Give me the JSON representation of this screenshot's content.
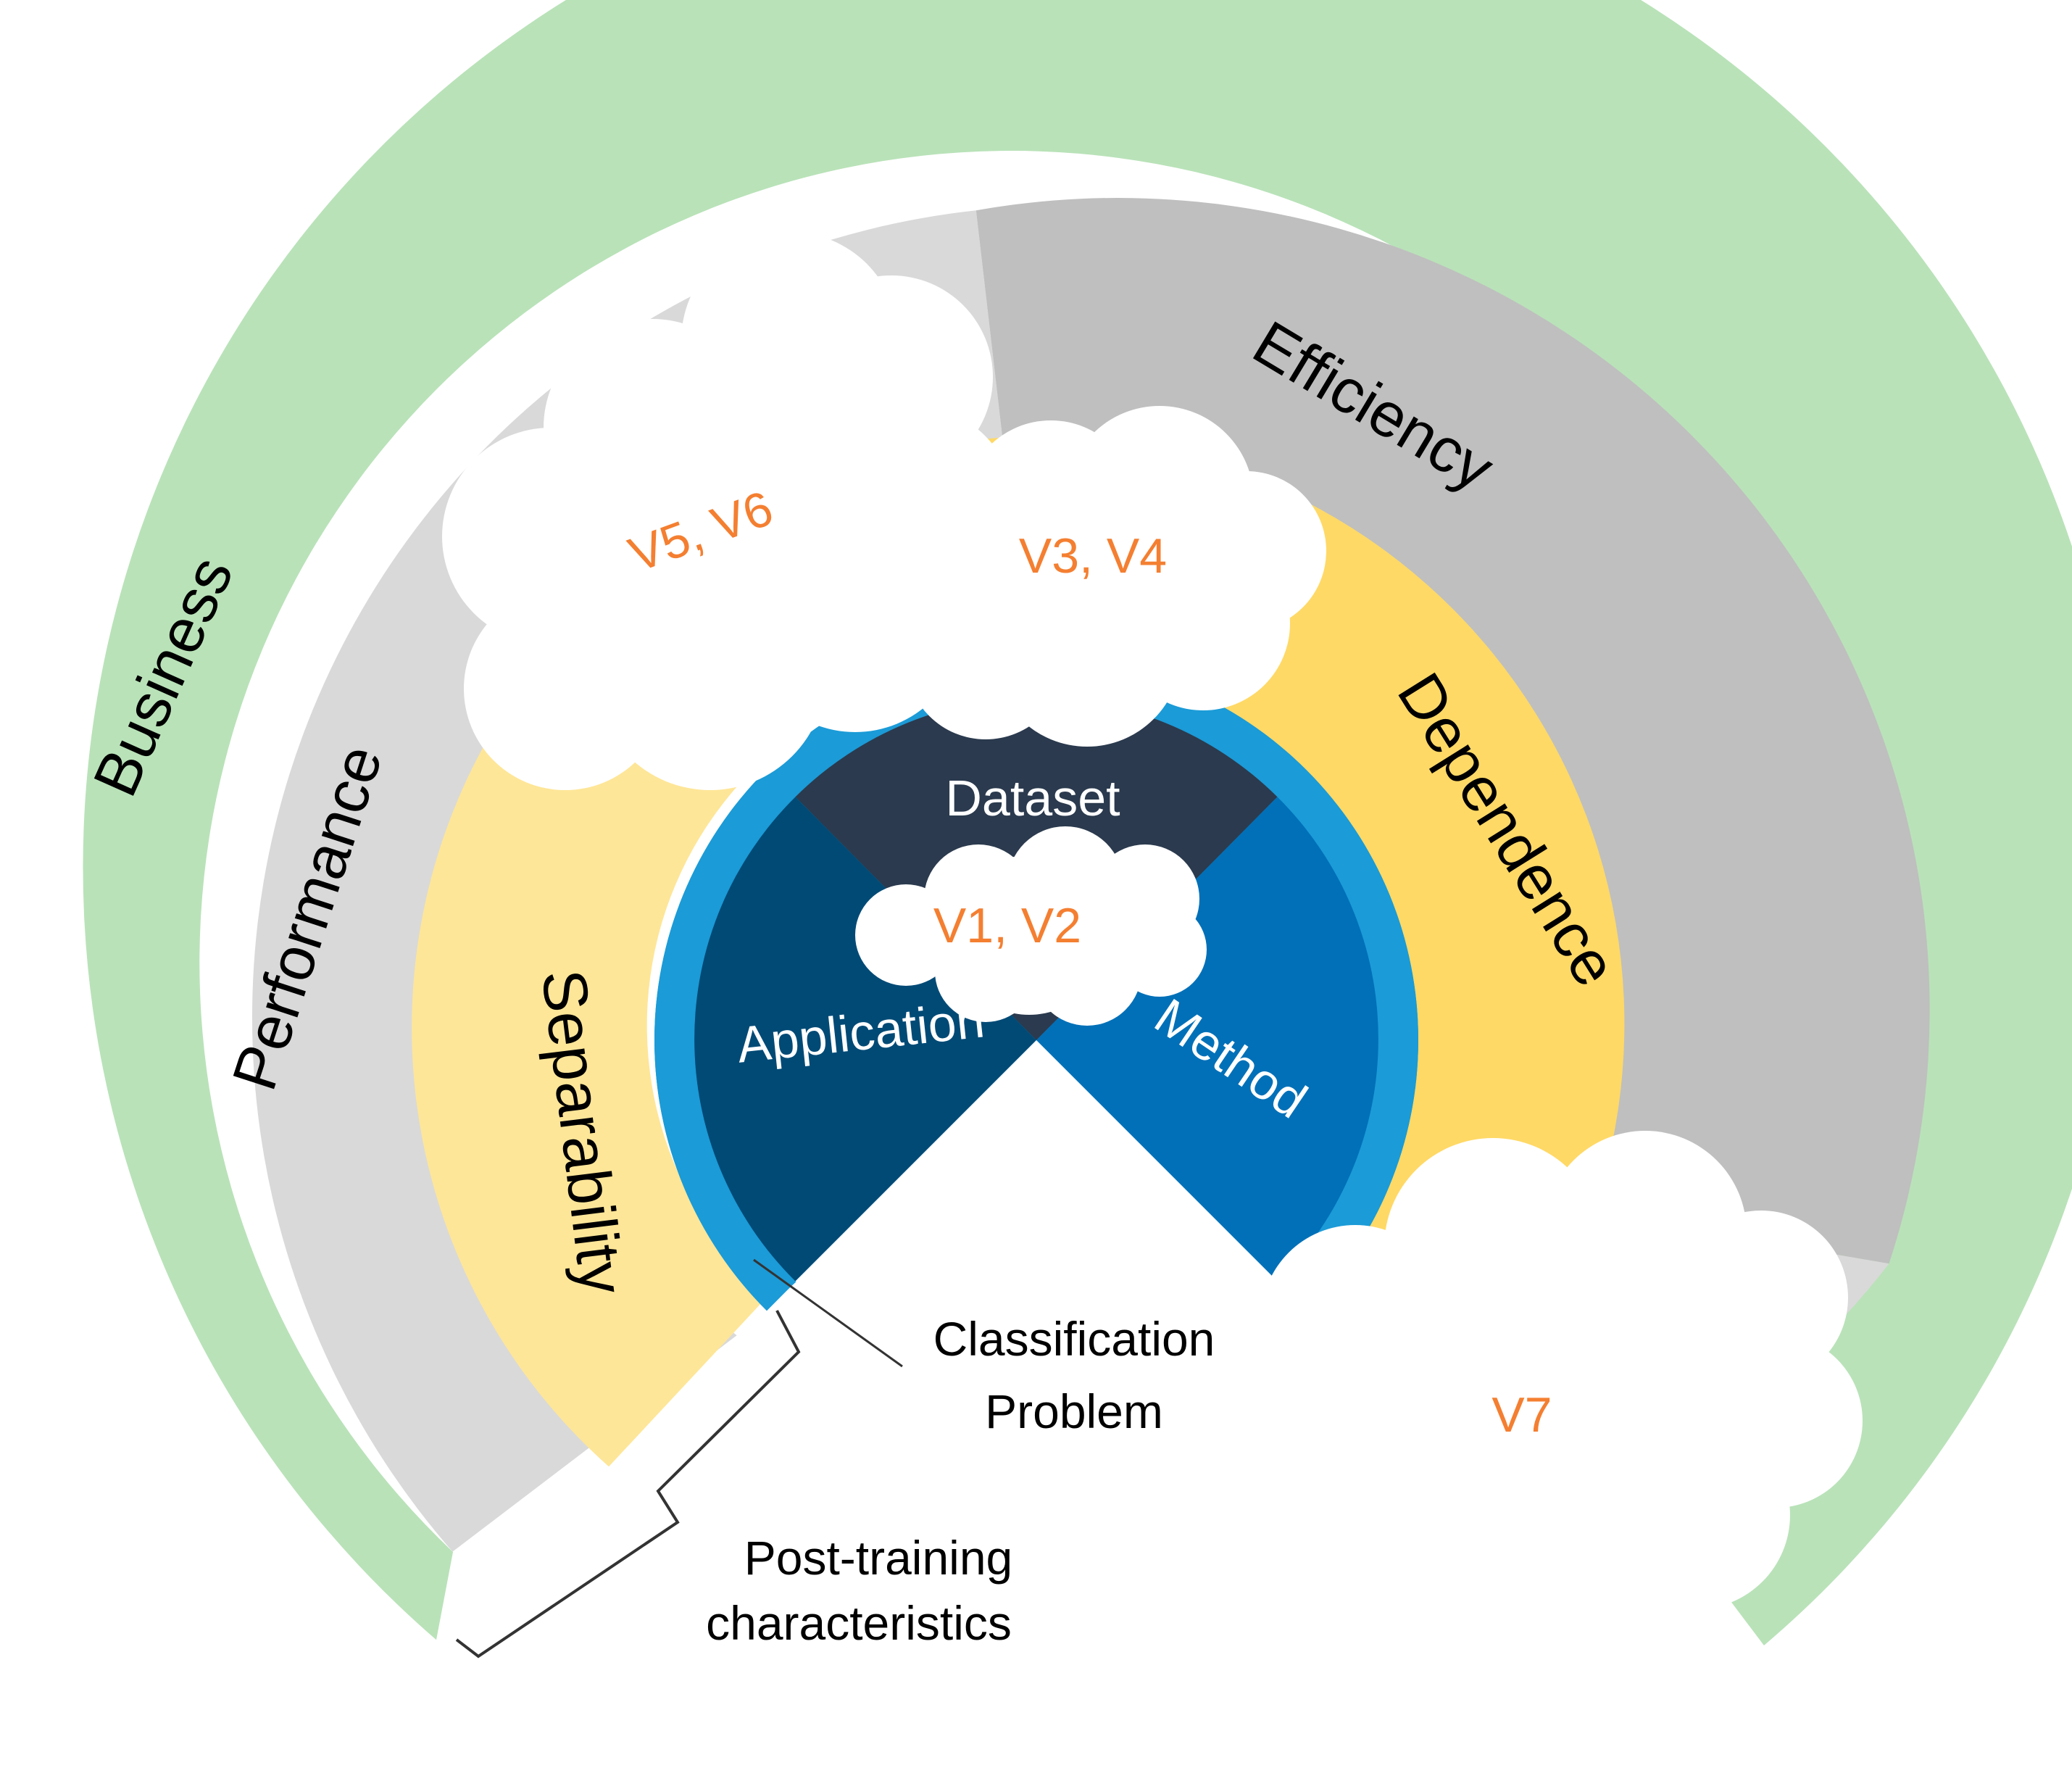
{
  "rings": {
    "business": "Business",
    "performance": "Performance",
    "efficiency": "Efficiency",
    "separability": "Separability",
    "dependence": "Dependence"
  },
  "core": {
    "dataset": "Dataset",
    "application": "Application",
    "method": "Method"
  },
  "clouds": {
    "v1v2": "V1, V2",
    "v3v4": "V3, V4",
    "v5v6": "V5, V6",
    "v7": "V7"
  },
  "annotations": {
    "classification_line1": "Classification",
    "classification_line2": "Problem",
    "post_training_line1": "Post-training",
    "post_training_line2": "characteristics"
  },
  "colors": {
    "business": "#b9e2b8",
    "performance": "#d9d9d9",
    "efficiency": "#bfbfbf",
    "separability": "#fee698",
    "dependence": "#ffd966",
    "core_ring": "#1b9bd7",
    "dataset": "#2b3a4e",
    "application": "#014a76",
    "method": "#0170b8",
    "v_text": "#f47f31"
  }
}
